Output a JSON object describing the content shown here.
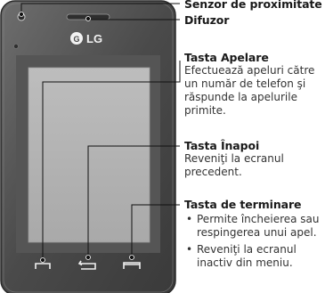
{
  "phone": {
    "brand": "LG",
    "logo_glyph": "G"
  },
  "callouts": {
    "proximity_sensor": {
      "title": "Senzor de proximitate"
    },
    "speaker": {
      "title": "Difuzor"
    },
    "call_key": {
      "title": "Tasta Apelare",
      "description": "Efectuează apeluri către un număr de telefon şi răspunde la apelurile primite."
    },
    "back_key": {
      "title": "Tasta Înapoi",
      "description": "Reveniţi la ecranul precedent."
    },
    "end_key": {
      "title": "Tasta de terminare",
      "bullets": [
        "Permite încheierea sau respingerea unui apel.",
        "Reveniţi la ecranul inactiv din meniu."
      ]
    }
  }
}
